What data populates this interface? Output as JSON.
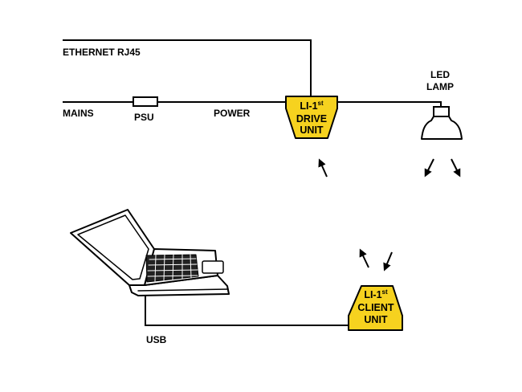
{
  "labels": {
    "ethernet": "ETHERNET RJ45",
    "mains": "MAINS",
    "psu": "PSU",
    "power": "POWER",
    "led_lamp_line1": "LED",
    "led_lamp_line2": "LAMP",
    "usb": "USB"
  },
  "drive_unit": {
    "line1": "LI-1",
    "line1_sup": "st",
    "line2": "DRIVE",
    "line3": "UNIT"
  },
  "client_unit": {
    "line1": "LI-1",
    "line1_sup": "st",
    "line2": "CLIENT",
    "line3": "UNIT"
  },
  "colors": {
    "unit_fill": "#f6d21f",
    "line": "#000000",
    "background": "#ffffff"
  }
}
